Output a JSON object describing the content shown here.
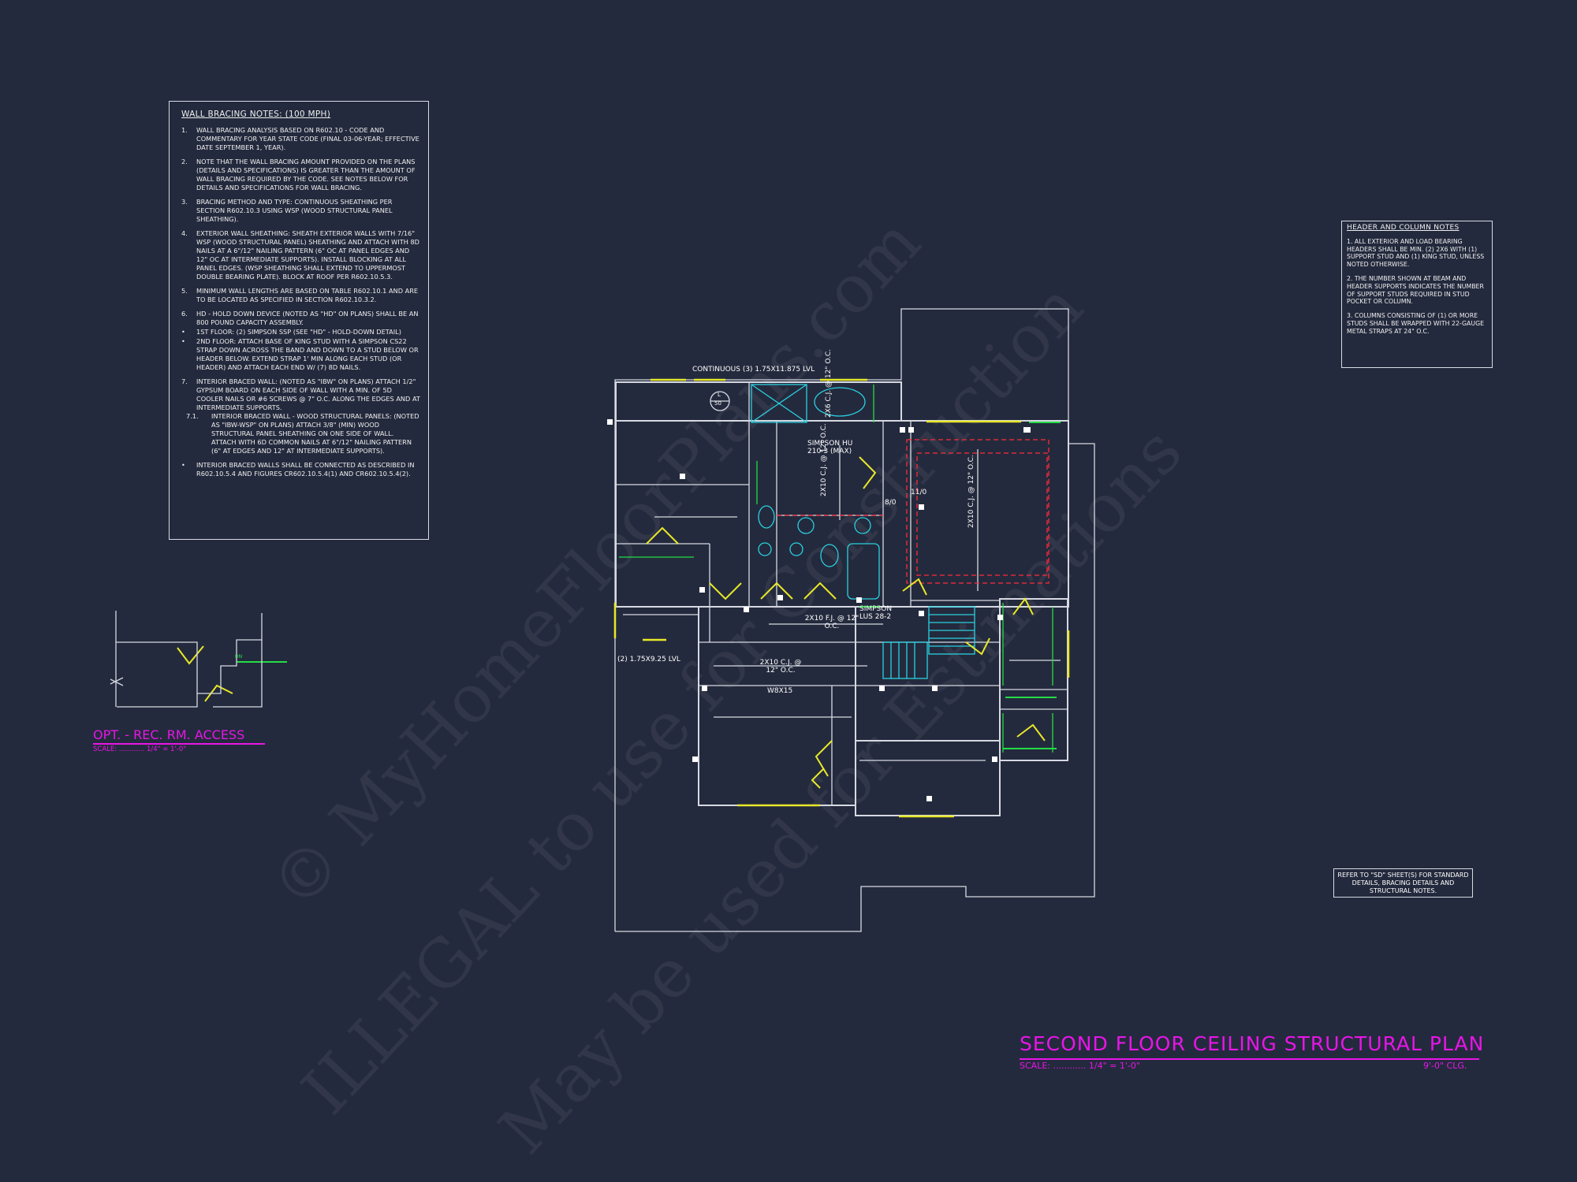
{
  "wall_bracing": {
    "title": "WALL BRACING NOTES: (100 MPH)",
    "notes": [
      {
        "n": "1.",
        "text": "WALL BRACING ANALYSIS BASED ON R602.10 - CODE AND COMMENTARY FOR YEAR STATE CODE (FINAL 03-06-YEAR; EFFECTIVE DATE SEPTEMBER 1, YEAR)."
      },
      {
        "n": "2.",
        "text": "NOTE THAT THE WALL BRACING AMOUNT PROVIDED ON THE PLANS (DETAILS AND SPECIFICATIONS) IS GREATER THAN THE AMOUNT OF WALL BRACING REQUIRED BY THE CODE. SEE NOTES BELOW FOR DETAILS AND SPECIFICATIONS FOR WALL BRACING."
      },
      {
        "n": "3.",
        "text": "BRACING METHOD AND TYPE: CONTINUOUS SHEATHING PER SECTION R602.10.3 USING WSP (WOOD STRUCTURAL PANEL SHEATHING)."
      },
      {
        "n": "4.",
        "text": "EXTERIOR WALL SHEATHING: SHEATH EXTERIOR WALLS WITH 7/16\" WSP (WOOD STRUCTURAL PANEL) SHEATHING AND ATTACH WITH 8d NAILS AT A 6\"/12\" NAILING PATTERN (6\" OC AT PANEL EDGES AND 12\" OC AT INTERMEDIATE SUPPORTS). INSTALL BLOCKING AT ALL PANEL EDGES. (WSP SHEATHING SHALL EXTEND TO UPPERMOST DOUBLE BEARING PLATE). BLOCK AT ROOF PER R602.10.5.3."
      },
      {
        "n": "5.",
        "text": "MINIMUM WALL LENGTHS ARE BASED ON TABLE R602.10.1 AND ARE TO BE LOCATED AS SPECIFIED IN SECTION R602.10.3.2."
      },
      {
        "n": "6.",
        "text": "HD - HOLD DOWN DEVICE (NOTED AS \"HD\" ON PLANS) SHALL BE AN 800 POUND CAPACITY ASSEMBLY.",
        "tight": true
      },
      {
        "n": "•",
        "text": "1ST FLOOR: (2) SIMPSON SSP (SEE \"HD\" - HOLD-DOWN DETAIL)",
        "tight": true
      },
      {
        "n": "•",
        "text": "2ND FLOOR: ATTACH BASE OF KING STUD WITH A SIMPSON CS22 STRAP DOWN ACROSS THE BAND AND DOWN TO A STUD BELOW OR HEADER BELOW. EXTEND STRAP 1' MIN ALONG EACH STUD (OR HEADER) AND ATTACH EACH END W/ (7) 8d NAILS."
      },
      {
        "n": "7.",
        "text": "INTERIOR BRACED WALL: (NOTED AS \"IBW\" ON PLANS) ATTACH 1/2\" GYPSUM BOARD ON EACH SIDE OF WALL WITH A MIN. OF 5d COOLER NAILS OR #6 SCREWS @ 7\" O.C. ALONG THE EDGES AND AT INTERMEDIATE SUPPORTS."
      },
      {
        "n": "7.1.",
        "text": "INTERIOR BRACED WALL - WOOD STRUCTURAL PANELS: (NOTED AS \"IBW-WSP\" ON PLANS) ATTACH 3/8\" (MIN) WOOD STRUCTURAL PANEL SHEATHING ON ONE SIDE OF WALL. ATTACH WITH 6d COMMON NAILS AT 6\"/12\" NAILING PATTERN (6\" AT EDGES AND 12\" AT INTERMEDIATE SUPPORTS).",
        "sub": true
      },
      {
        "n": "•",
        "text": "INTERIOR BRACED WALLS SHALL BE CONNECTED AS DESCRIBED IN R602.10.5.4 AND FIGURES CR602.10.5.4(1) AND CR602.10.5.4(2)."
      }
    ]
  },
  "header_column": {
    "title": "HEADER AND COLUMN NOTES",
    "notes": [
      "1. ALL EXTERIOR AND LOAD BEARING HEADERS SHALL BE MIN. (2) 2x6 WITH (1) SUPPORT STUD AND (1) KING STUD, UNLESS NOTED OTHERWISE.",
      "2. THE NUMBER SHOWN AT BEAM AND HEADER SUPPORTS INDICATES THE NUMBER OF SUPPORT STUDS REQUIRED IN STUD POCKET OR COLUMN.",
      "3. COLUMNS CONSISTING OF (1) OR MORE STUDS SHALL BE WRAPPED WITH 22-GAUGE METAL STRAPS AT 24\" O.C."
    ]
  },
  "refer_note": "REFER TO \"SD\" SHEET(S) FOR STANDARD DETAILS, BRACING DETAILS AND STRUCTURAL NOTES.",
  "plan": {
    "title": "SECOND FLOOR CEILING STRUCTURAL PLAN",
    "scale": "SCALE: ............ 1/4\" = 1'-0\"",
    "ceiling": "9'-0\" CLG."
  },
  "option": {
    "title": "OPT. - REC. RM. ACCESS",
    "scale": "SCALE: ............ 1/4\" = 1'-0\""
  },
  "labels": {
    "continuous": "CONTINUOUS (3) 1.75x11.875 LVL",
    "simpson_hu": "SIMPSON HU 210-3 (MAX)",
    "simpson_lus": "SIMPSON LUS 28-2",
    "lvl_left": "(2) 1.75x9.25 LVL",
    "fj": "2x10 F.J. @ 12\" O.C.",
    "cj_mid": "2x10 C.J. @ 12\" O.C.",
    "beam": "W8x15",
    "cj_vert1": "2x10 C.J. @ 12\" O.C.",
    "cj_vert2": "2x10 C.J. @ 12\" O.C.",
    "cj_vert3": "2x6 C.J. @ 12\" O.C.",
    "l_tag": "L",
    "l_num": "50",
    "h1": "8/0",
    "h2": "11/0",
    "hd": "DN"
  },
  "watermark": [
    "© MyHomeFloorPlans.com",
    "ILLEGAL to use for Construction",
    "May be used for Estimations"
  ],
  "colors": {
    "background": "#242a3d",
    "title_magenta": "#e815e8",
    "door_yellow": "#e8e828",
    "fixture_cyan": "#2ad0e0",
    "bracing_green": "#22dd44",
    "beam_red": "#ff2a3a"
  }
}
